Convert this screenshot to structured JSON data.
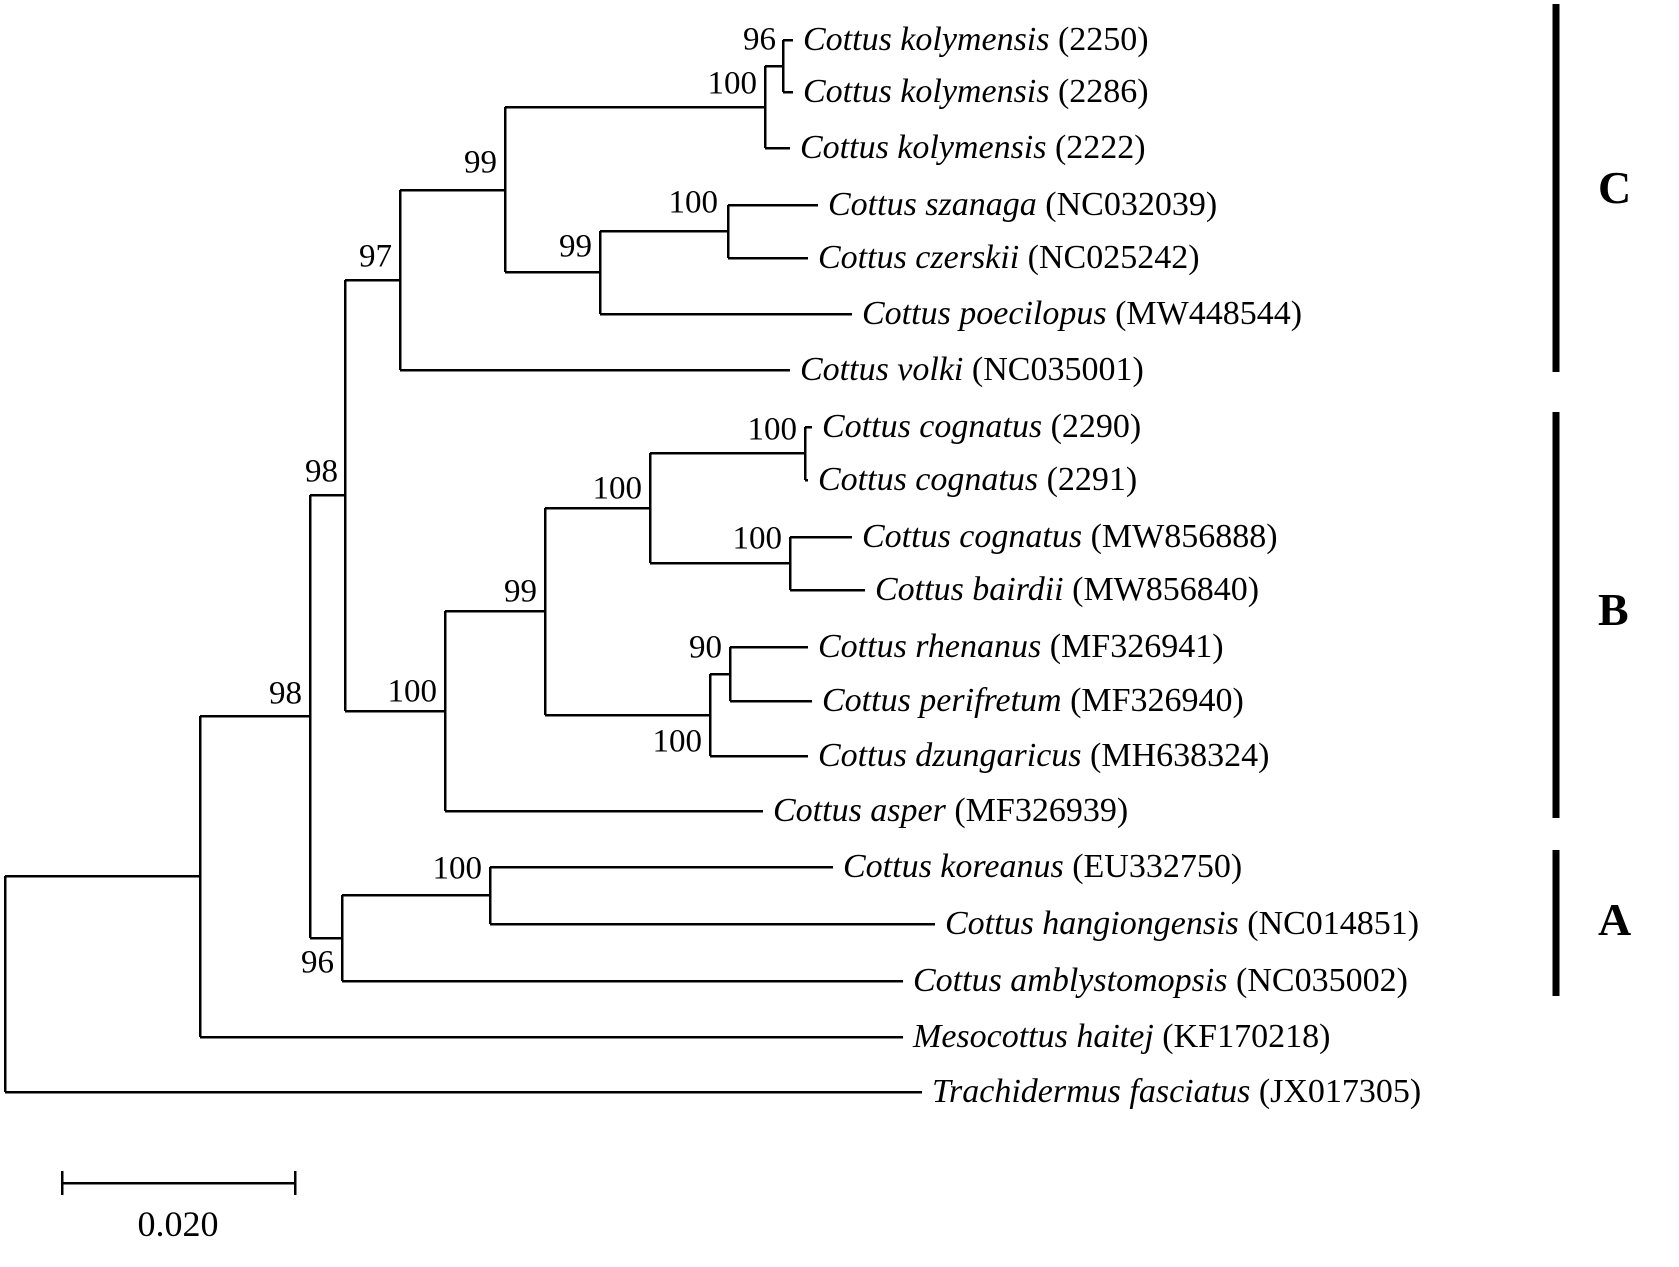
{
  "figure": {
    "type": "phylogenetic-tree",
    "topology_newick": "(((((((Cottus_kolymensis_2250,Cottus_kolymensis_2286)96,Cottus_kolymensis_2222)100,((Cottus_szanaga,Cottus_czerskii)100,Cottus_poecilopus)99)99,Cottus_volki)97,((((Cottus_cognatus_2290,Cottus_cognatus_2291)100,(Cottus_cognatus_MW856888,Cottus_bairdii)100)100,((Cottus_rhenanus,Cottus_perifretum)90,Cottus_dzungaricus)100)99,Cottus_asper)100)98,((Cottus_koreanus,Cottus_hangiongensis)100,Cottus_amblystomopsis)96)98,Mesocottus_haitej),Trachidermus_fasciatus);"
  },
  "taxa": [
    {
      "name": "Cottus kolymensis",
      "accession": "(2250)"
    },
    {
      "name": "Cottus kolymensis",
      "accession": "(2286)"
    },
    {
      "name": "Cottus kolymensis",
      "accession": "(2222)"
    },
    {
      "name": "Cottus szanaga",
      "accession": "(NC032039)"
    },
    {
      "name": "Cottus czerskii",
      "accession": "(NC025242)"
    },
    {
      "name": "Cottus poecilopus",
      "accession": "(MW448544)"
    },
    {
      "name": "Cottus volki",
      "accession": "(NC035001)"
    },
    {
      "name": "Cottus cognatus",
      "accession": "(2290)"
    },
    {
      "name": "Cottus cognatus",
      "accession": "(2291)"
    },
    {
      "name": "Cottus cognatus",
      "accession": "(MW856888)"
    },
    {
      "name": "Cottus bairdii",
      "accession": "(MW856840)"
    },
    {
      "name": "Cottus rhenanus",
      "accession": "(MF326941)"
    },
    {
      "name": "Cottus perifretum",
      "accession": "(MF326940)"
    },
    {
      "name": "Cottus dzungaricus",
      "accession": "(MH638324)"
    },
    {
      "name": "Cottus asper",
      "accession": "(MF326939)"
    },
    {
      "name": "Cottus koreanus",
      "accession": "(EU332750)"
    },
    {
      "name": "Cottus hangiongensis",
      "accession": "(NC014851)"
    },
    {
      "name": "Cottus amblystomopsis",
      "accession": "(NC035002)"
    },
    {
      "name": "Mesocottus haitej",
      "accession": "(KF170218)"
    },
    {
      "name": "Trachidermus fasciatus",
      "accession": "(JX017305)"
    }
  ],
  "bootstraps": [
    "96",
    "100",
    "99",
    "100",
    "99",
    "97",
    "100",
    "98",
    "100",
    "100",
    "99",
    "90",
    "100",
    "98",
    "100",
    "100",
    "96"
  ],
  "clades": [
    "C",
    "B",
    "A"
  ],
  "scale_bar": {
    "label": "0.020"
  }
}
